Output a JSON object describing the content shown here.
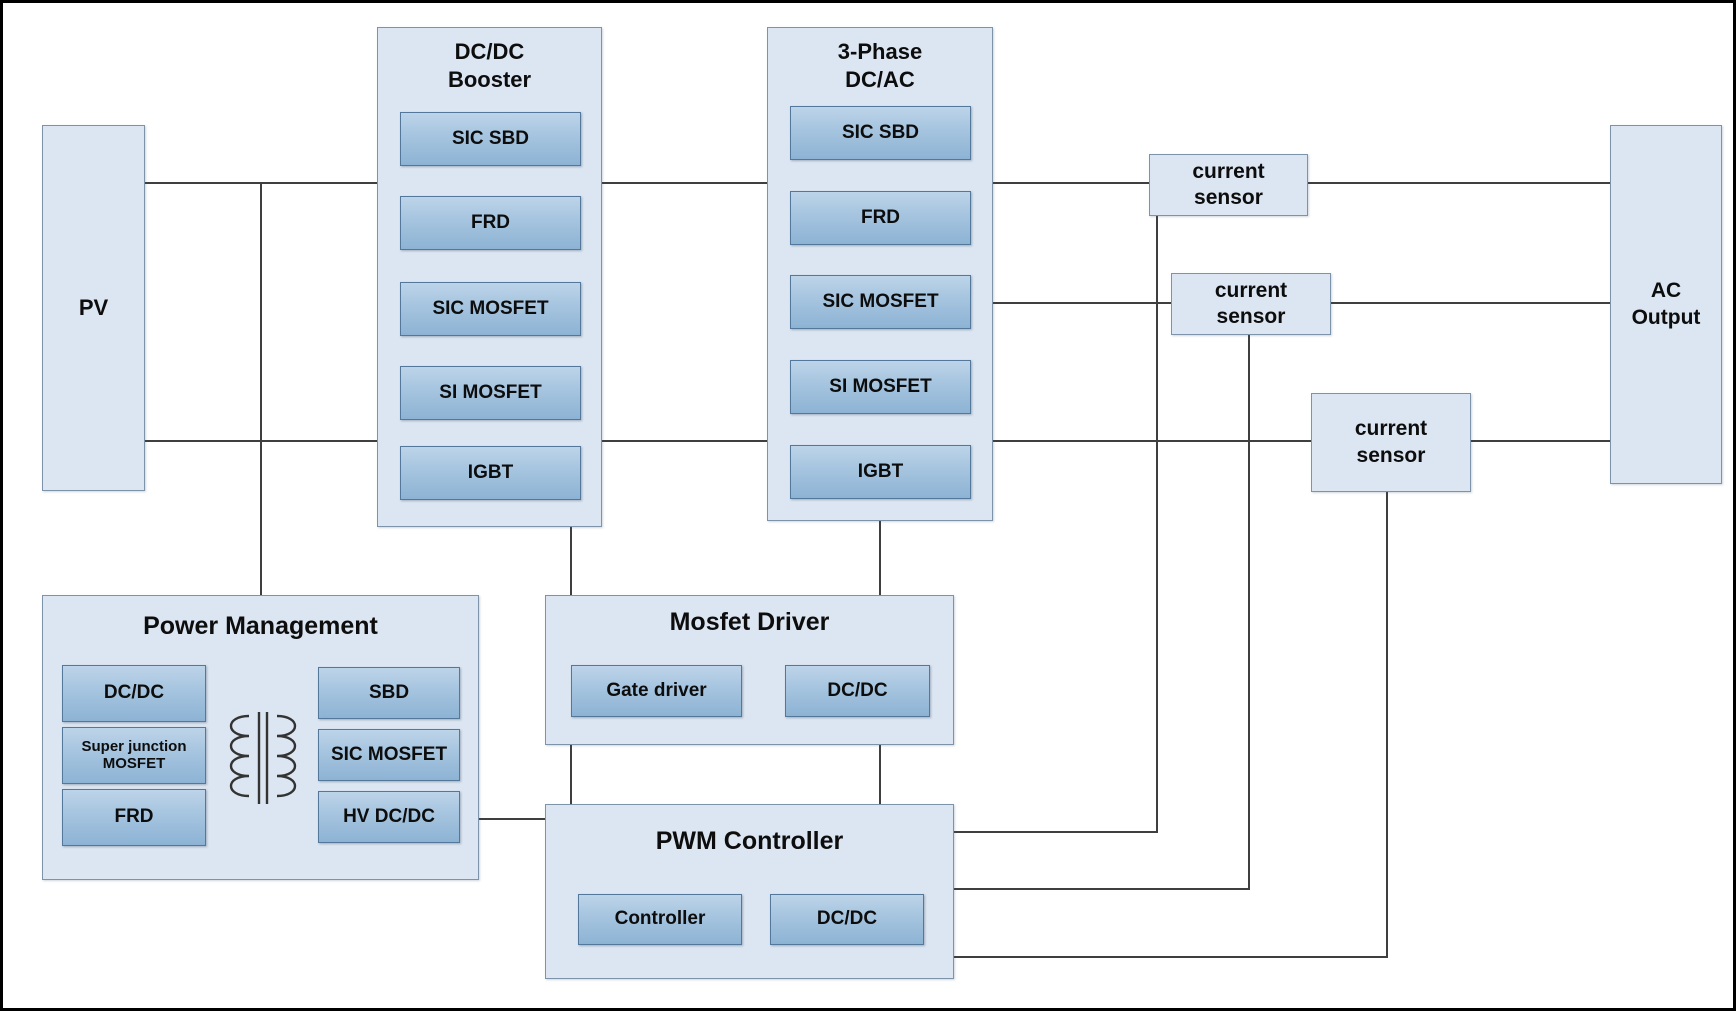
{
  "colors": {
    "block_fill": "#dce6f2",
    "block_border": "#7d93aa",
    "chip_fill_top": "#bdd4e9",
    "chip_fill_bottom": "#8db3d4",
    "chip_border": "#54779c",
    "connector": "#3f3f3f",
    "text": "#0d0d0d"
  },
  "pv": {
    "label": "PV"
  },
  "dcdc_booster": {
    "title": "DC/DC\nBooster",
    "items": [
      "SIC SBD",
      "FRD",
      "SIC MOSFET",
      "SI MOSFET",
      "IGBT"
    ]
  },
  "three_phase_dcac": {
    "title": "3-Phase\nDC/AC",
    "items": [
      "SIC SBD",
      "FRD",
      "SIC MOSFET",
      "SI MOSFET",
      "IGBT"
    ]
  },
  "current_sensors": [
    {
      "label": "current\nsensor"
    },
    {
      "label": "current\nsensor"
    },
    {
      "label": "current\nsensor"
    }
  ],
  "ac_output": {
    "label": "AC\nOutput"
  },
  "power_management": {
    "title": "Power Management",
    "left_items": [
      "DC/DC",
      "Super junction\nMOSFET",
      "FRD"
    ],
    "right_items": [
      "SBD",
      "SIC MOSFET",
      "HV DC/DC"
    ]
  },
  "mosfet_driver": {
    "title": "Mosfet Driver",
    "items": [
      "Gate driver",
      "DC/DC"
    ]
  },
  "pwm_controller": {
    "title": "PWM Controller",
    "items": [
      "Controller",
      "DC/DC"
    ]
  }
}
